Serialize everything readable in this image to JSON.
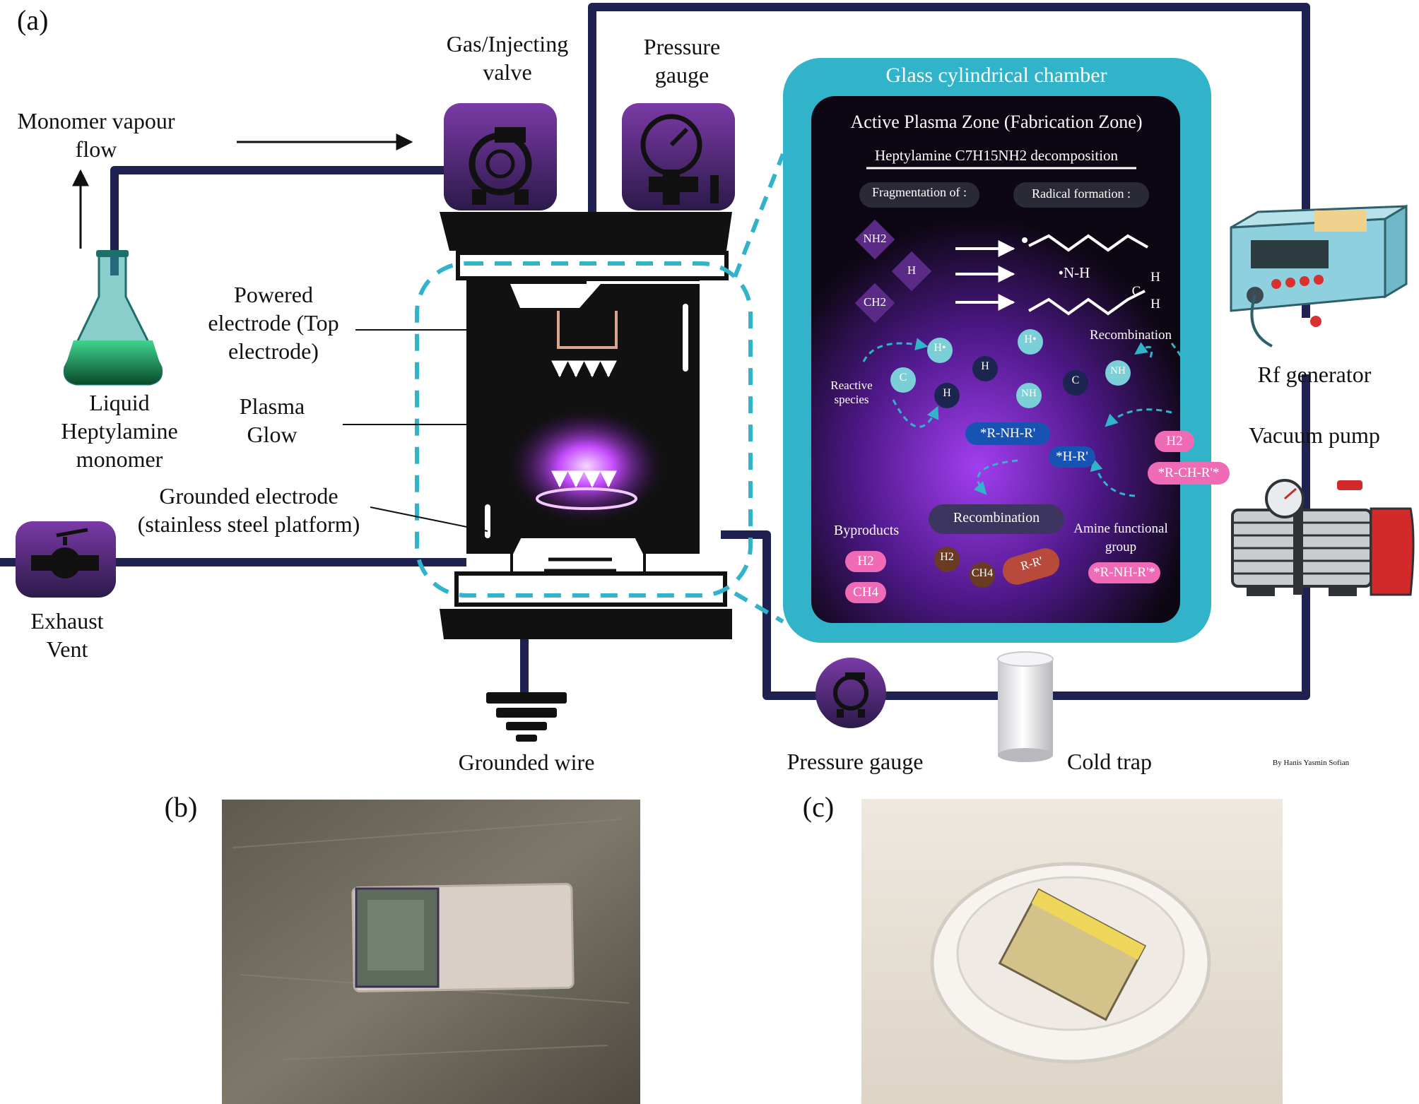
{
  "panel_a": {
    "panel_label": "(a)",
    "labels": {
      "monomer_flow": "Monomer vapour flow",
      "liquid_monomer": "Liquid Heptylamine monomer",
      "gas_valve": "Gas/Injecting valve",
      "pressure_gauge_top": "Pressure gauge",
      "powered_electrode": "Powered electrode (Top electrode)",
      "plasma_glow": "Plasma Glow",
      "grounded_electrode": "Grounded electrode (stainless steel platform)",
      "exhaust_vent": "Exhaust Vent",
      "grounded_wire": "Grounded wire",
      "pressure_gauge_bottom": "Pressure gauge",
      "cold_trap": "Cold trap",
      "rf_generator": "Rf generator",
      "vacuum_pump": "Vacuum pump",
      "credit": "By Hanis Yasmin Sofian"
    },
    "chamber": {
      "title": "Glass cylindrical chamber",
      "zone_title": "Active Plasma Zone (Fabrication Zone)",
      "decomposition": "Heptylamine C7H15NH2 decomposition",
      "fragmentation": "Fragmentation  of :",
      "radical_formation": "Radical formation :",
      "fragments": [
        "NH2",
        "H",
        "CH2"
      ],
      "radical_nh": "•N-H",
      "radical_h_top": "H",
      "radical_c": "C",
      "radical_h_bottom": "H",
      "reactive_species": "Reactive species",
      "recombination_top": "Recombination",
      "species": [
        "H•",
        "H•",
        "C",
        "H",
        "H",
        "NH",
        "C",
        "NH"
      ],
      "intermediates": [
        "*R-NH-R'",
        "*H-R'",
        "H2",
        "*R-CH-R'*"
      ],
      "recombination_button": "Recombination",
      "byproducts_label": "Byproducts",
      "byproducts": [
        "H2",
        "CH4"
      ],
      "byproduct_bubbles": [
        "H2",
        "CH4",
        "R-R'"
      ],
      "amine_label": "Amine functional group",
      "amine_group": "*R-NH-R'*"
    }
  },
  "panel_b": {
    "panel_label": "(b)"
  },
  "panel_c": {
    "panel_label": "(c)"
  },
  "colors": {
    "pipe": "#1f2150",
    "teal": "#31b3c9",
    "purple": "#5b2a86",
    "plasma": "#b53ce8",
    "pink": "#f06bb6",
    "blue_pill": "#1753b3"
  }
}
